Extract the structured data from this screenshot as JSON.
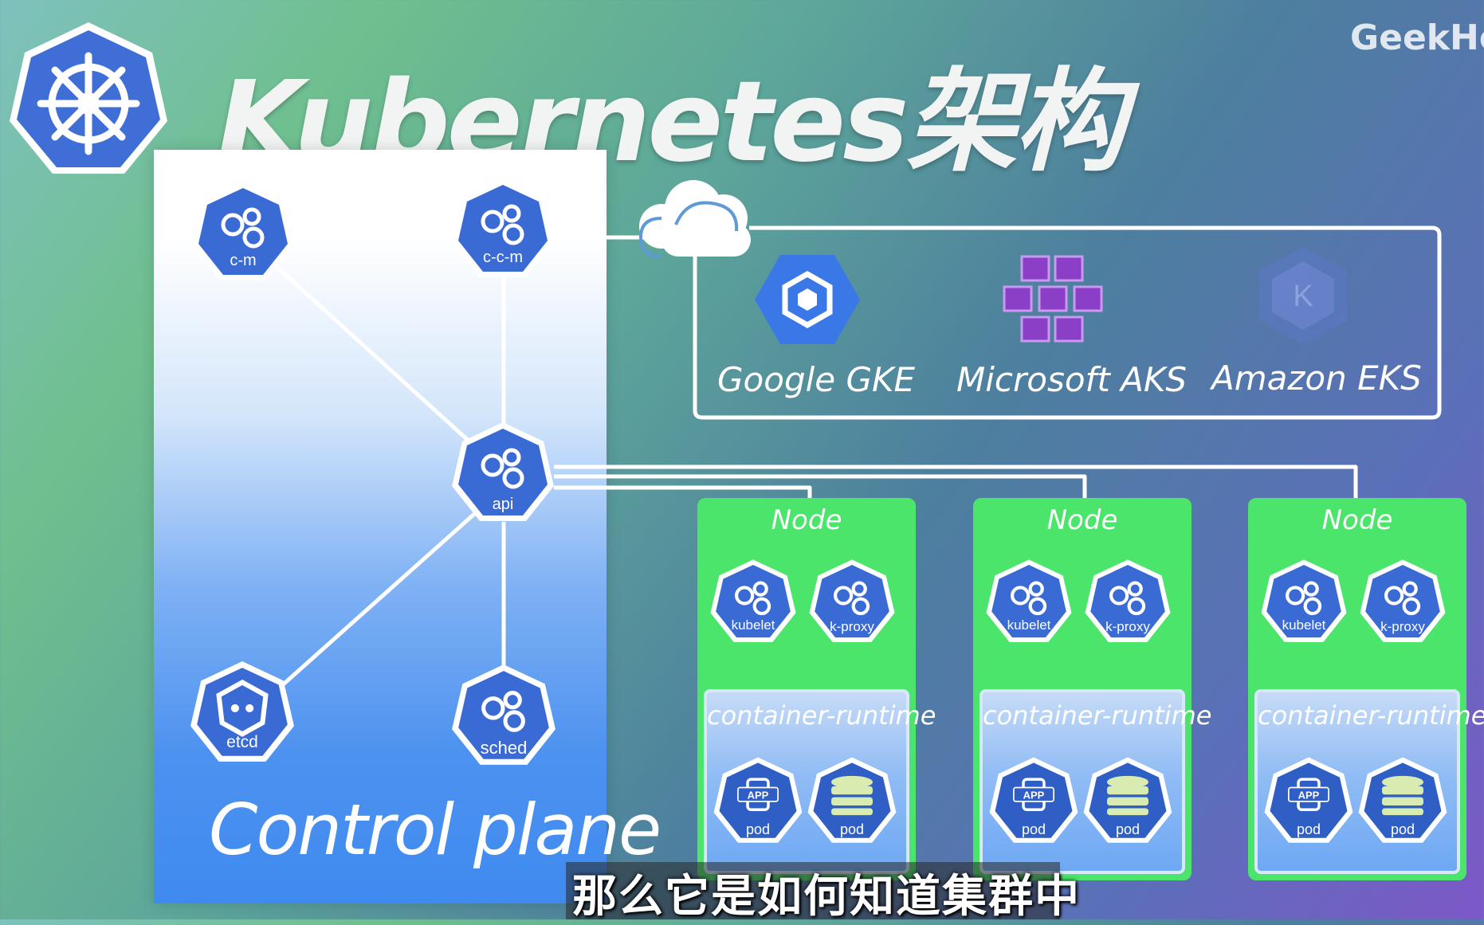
{
  "watermark": "GeekHo",
  "title": "Kubernetes架构",
  "logo": {
    "icon": "helm-wheel-icon",
    "color": "#3f6fd6"
  },
  "control_plane": {
    "label": "Control plane",
    "components": [
      {
        "label": "c-m",
        "icon": "gears-icon"
      },
      {
        "label": "c-c-m",
        "icon": "gears-icon"
      },
      {
        "label": "api",
        "icon": "gears-icon"
      },
      {
        "label": "etcd",
        "icon": "etcd-icon"
      },
      {
        "label": "sched",
        "icon": "gears-icon"
      }
    ]
  },
  "cloud_providers": [
    {
      "label": "Google GKE",
      "icon": "gke-hexagon-icon"
    },
    {
      "label": "Microsoft AKS",
      "icon": "aks-cubes-icon"
    },
    {
      "label": "Amazon EKS",
      "icon": "eks-logo-icon"
    }
  ],
  "nodes": [
    {
      "title": "Node",
      "kubelet": "kubelet",
      "proxy": "k-proxy",
      "runtime": "container-runtime",
      "pods": [
        "pod",
        "pod"
      ]
    },
    {
      "title": "Node",
      "kubelet": "kubelet",
      "proxy": "k-proxy",
      "runtime": "container-runtime",
      "pods": [
        "pod",
        "pod"
      ]
    },
    {
      "title": "Node",
      "kubelet": "kubelet",
      "proxy": "k-proxy",
      "runtime": "container-runtime",
      "pods": [
        "pod",
        "pod"
      ]
    }
  ],
  "caption": "那么它是如何知道集群中",
  "colors": {
    "k8s_blue": "#3a6ad4",
    "node_green": "#4ae56a",
    "white": "#ffffff"
  }
}
